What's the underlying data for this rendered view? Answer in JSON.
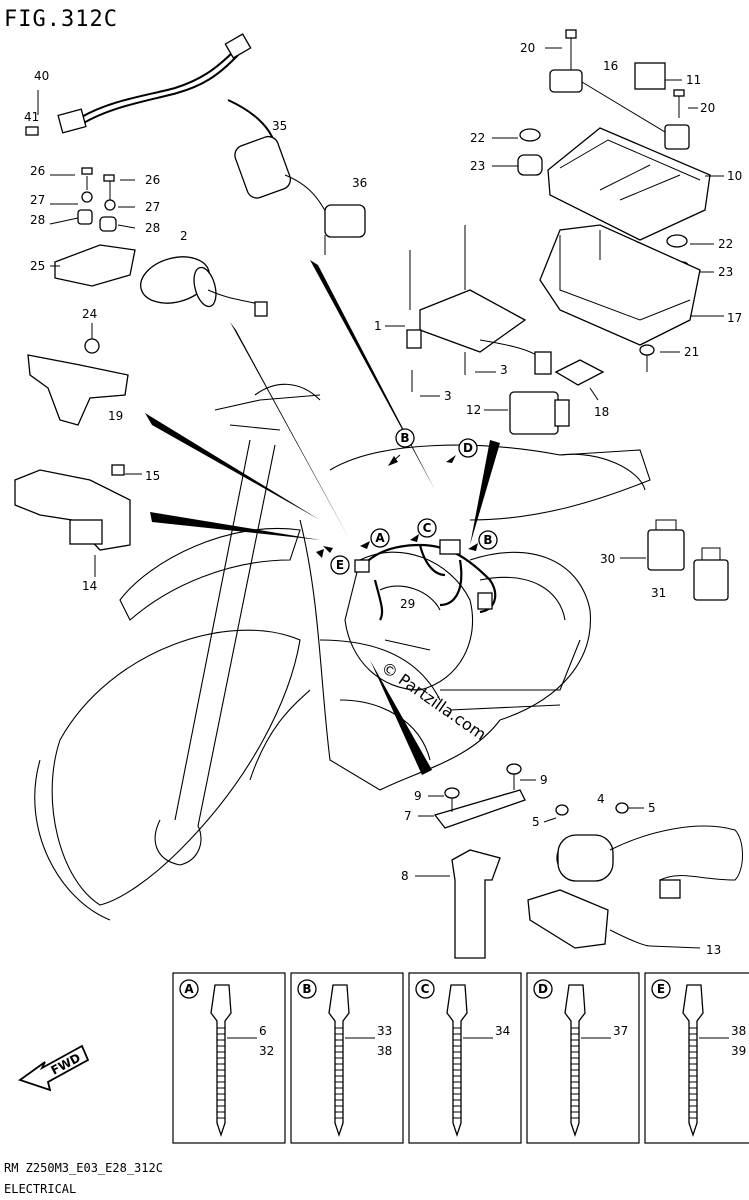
{
  "title": "FIG.312C",
  "footer": {
    "code": "RM Z250M3_E03_E28_312C",
    "section": "ELECTRICAL"
  },
  "watermark": "© Partzilla.com",
  "fwd_label": "FWD",
  "parts": {
    "p1": "1",
    "p2": "2",
    "p3a": "3",
    "p3b": "3",
    "p4": "4",
    "p5a": "5",
    "p5b": "5",
    "p7": "7",
    "p8": "8",
    "p9a": "9",
    "p9b": "9",
    "p10": "10",
    "p11": "11",
    "p12": "12",
    "p13": "13",
    "p14": "14",
    "p15": "15",
    "p16": "16",
    "p17": "17",
    "p18": "18",
    "p19": "19",
    "p20a": "20",
    "p20b": "20",
    "p21": "21",
    "p22a": "22",
    "p22b": "22",
    "p23a": "23",
    "p23b": "23",
    "p24": "24",
    "p25": "25",
    "p26a": "26",
    "p26b": "26",
    "p27a": "27",
    "p27b": "27",
    "p28a": "28",
    "p28b": "28",
    "p29": "29",
    "p30": "30",
    "p31": "31",
    "p35": "35",
    "p36": "36",
    "p40": "40",
    "p41": "41"
  },
  "callouts": {
    "A": "A",
    "B1": "B",
    "B2": "B",
    "C": "C",
    "D": "D",
    "E": "E"
  },
  "detail_boxes": [
    {
      "letter": "A",
      "num1": "6",
      "num2": "32"
    },
    {
      "letter": "B",
      "num1": "33",
      "num2": "38"
    },
    {
      "letter": "C",
      "num1": "34",
      "num2": ""
    },
    {
      "letter": "D",
      "num1": "37",
      "num2": ""
    },
    {
      "letter": "E",
      "num1": "38",
      "num2": "39"
    }
  ]
}
